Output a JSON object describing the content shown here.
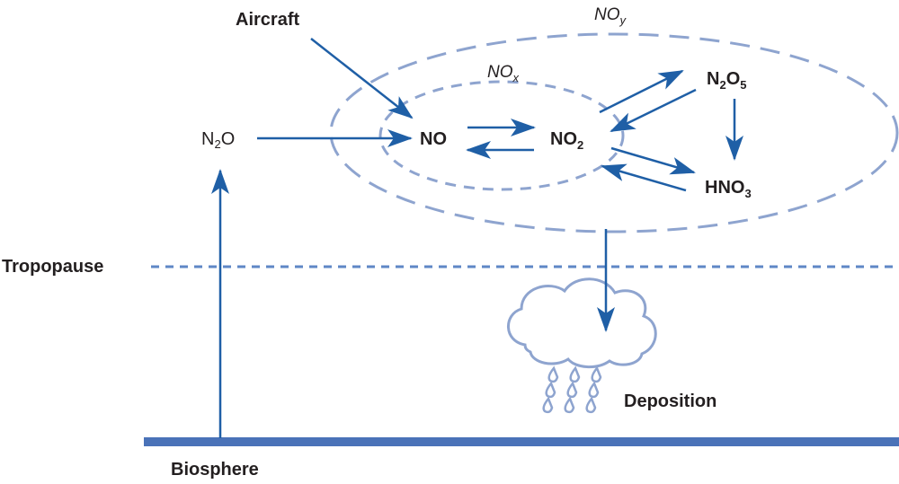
{
  "labels": {
    "aircraft": "Aircraft",
    "noy_main": "NO",
    "noy_sub": "y",
    "nox_main": "NO",
    "nox_sub": "x",
    "n2o_a": "N",
    "n2o_sub": "2",
    "n2o_b": "O",
    "no": "NO",
    "no2_main": "NO",
    "no2_sub": "2",
    "n2o5_a": "N",
    "n2o5_sub1": "2",
    "n2o5_b": "O",
    "n2o5_sub2": "5",
    "hno3_main": "HNO",
    "hno3_sub": "3",
    "tropopause": "Tropopause",
    "deposition": "Deposition",
    "biosphere": "Biosphere"
  },
  "colors": {
    "arrow": "#1f5fa6",
    "ellipse": "#8ea4cf",
    "tropopause": "#5f87c6",
    "ground": "#4a72b8",
    "cloud": "#8ea4cf",
    "text": "#231f20"
  }
}
